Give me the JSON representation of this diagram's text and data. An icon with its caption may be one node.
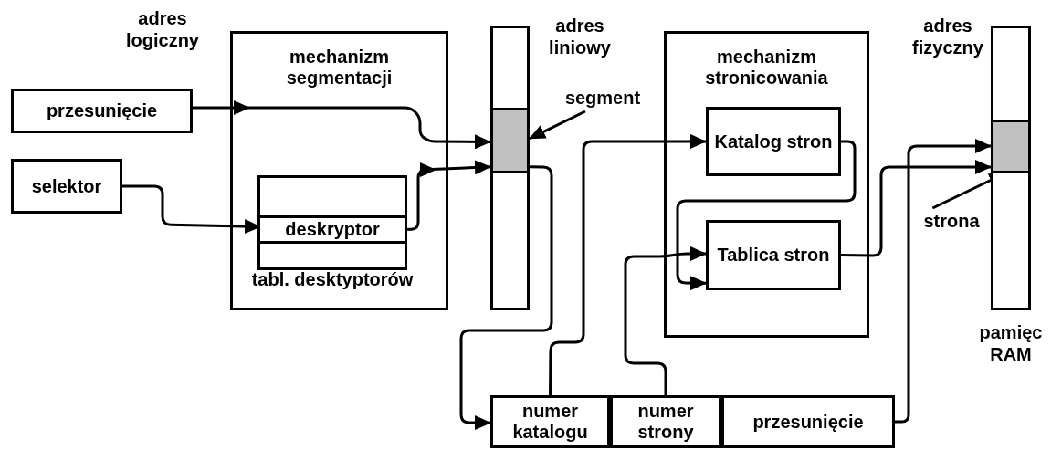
{
  "diagram": {
    "nodes": [
      {
        "text": [
          "przesunięcie"
        ]
      },
      {
        "text": [
          "selektor"
        ]
      },
      {
        "text": [
          "mechanizm segmentacji"
        ]
      },
      {
        "text": [
          "tabl. desktyptorów"
        ],
        "in": 2
      },
      {
        "text": [
          "deskryptor"
        ],
        "in": 3
      },
      {
        "text": [],
        "shape": "bar"
      },
      {
        "text": [],
        "shape": "box",
        "in": 5
      },
      {
        "text": [
          "segment"
        ]
      },
      {
        "text": [
          "mechanizm stronicowania"
        ]
      },
      {
        "text": [
          "Katalog stron"
        ],
        "in": 8
      },
      {
        "text": [
          "Tablica stron"
        ],
        "in": 8
      },
      {
        "text": [],
        "shape": "bar"
      },
      {
        "text": [],
        "shape": "box",
        "in": 11
      },
      {
        "text": [
          "strona"
        ]
      },
      {
        "text": [
          "numer katalogu"
        ]
      },
      {
        "text": [
          "numer strony"
        ]
      },
      {
        "text": [
          "przesunięcie"
        ]
      }
    ],
    "edges": [
      {
        "from": 0,
        "to": 6,
        "arrow": "to"
      },
      {
        "from": 1,
        "to": 4,
        "arrow": "to"
      },
      {
        "from": 4,
        "to": 6,
        "arrow": "to"
      },
      {
        "from": 7,
        "to": 6,
        "arrow": "to"
      },
      {
        "from": 6,
        "to": 14,
        "arrow": "to"
      },
      {
        "from": 14,
        "to": 9,
        "arrow": "to"
      },
      {
        "from": 9,
        "to": 10,
        "arrow": "to"
      },
      {
        "from": 15,
        "to": 10,
        "arrow": "to"
      },
      {
        "from": 10,
        "to": 12,
        "arrow": "to"
      },
      {
        "from": 16,
        "to": 12,
        "arrow": "to"
      },
      {
        "from": 13,
        "to": 12,
        "arrow": "to"
      }
    ],
    "labels": [
      "adres logiczny",
      "adres liniowy",
      "adres fizyczny",
      "pamięc RAM"
    ]
  }
}
